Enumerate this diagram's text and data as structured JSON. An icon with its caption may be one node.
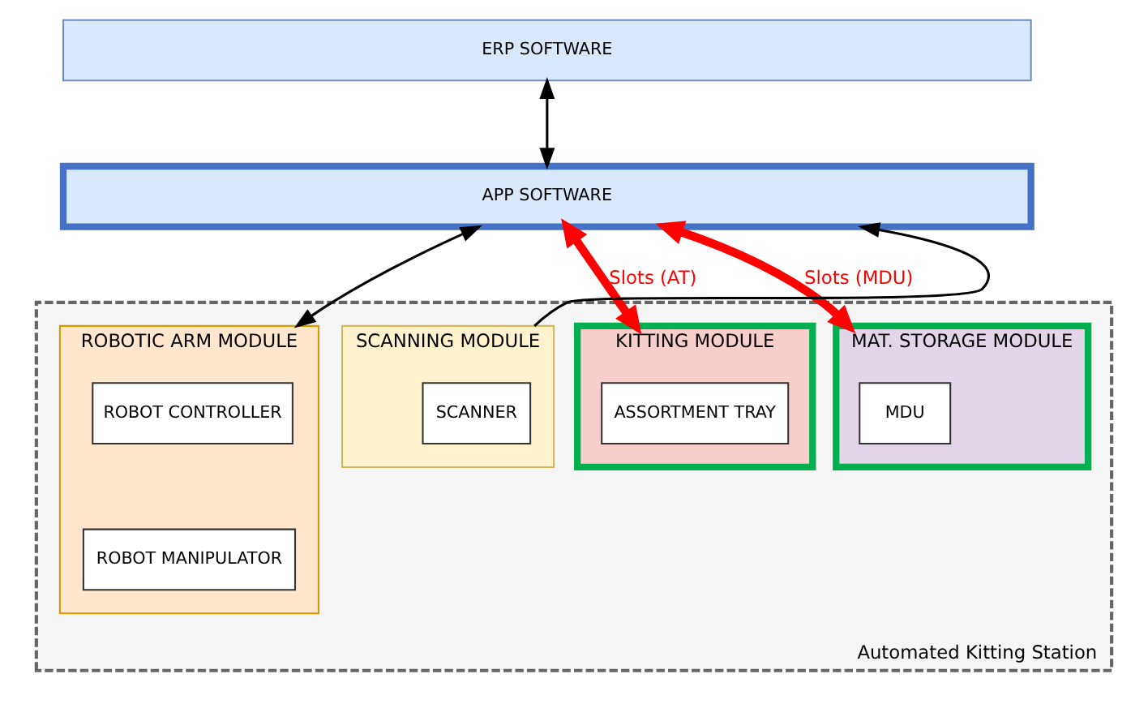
{
  "diagram": {
    "nodes": [
      {
        "text": [
          "ERP SOFTWARE"
        ]
      },
      {
        "text": [
          "APP SOFTWARE"
        ]
      },
      {
        "text": [
          "Automated Kitting Station"
        ]
      },
      {
        "text": [
          "ROBOTIC ARM MODULE"
        ],
        "in": 2
      },
      {
        "text": [
          "ROBOT CONTROLLER"
        ],
        "in": 3
      },
      {
        "text": [
          "ROBOT MANIPULATOR"
        ],
        "in": 3
      },
      {
        "text": [
          "SCANNING MODULE"
        ],
        "in": 2
      },
      {
        "text": [
          "SCANNER"
        ],
        "in": 6
      },
      {
        "text": [
          "KITTING MODULE"
        ],
        "in": 2
      },
      {
        "text": [
          "ASSORTMENT TRAY"
        ],
        "in": 8
      },
      {
        "text": [
          "MAT. STORAGE MODULE"
        ],
        "in": 2
      },
      {
        "text": [
          "MDU"
        ],
        "in": 10
      }
    ],
    "edges": [
      {
        "from": 0,
        "to": 1,
        "arrow": "both"
      },
      {
        "from": 1,
        "to": 3,
        "arrow": "both"
      },
      {
        "from": 6,
        "to": 1,
        "arrow": "to"
      },
      {
        "from": 1,
        "to": 8,
        "arrow": "both",
        "label": "Slots (AT)",
        "style": "thick",
        "color": "#ff0000"
      },
      {
        "from": 1,
        "to": 10,
        "arrow": "both",
        "label": "Slots (MDU)",
        "style": "thick",
        "color": "#ff0000"
      }
    ]
  }
}
